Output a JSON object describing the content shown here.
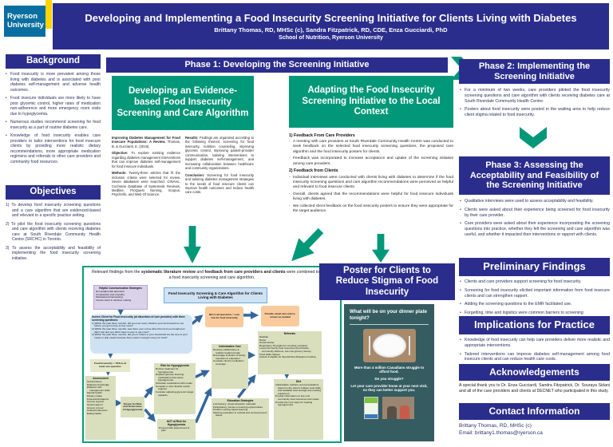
{
  "header": {
    "logo_line1": "Ryerson",
    "logo_line2": "University",
    "title": "Developing and Implementing a Food Insecurity Screening Initiative for Clients Living with Diabetes",
    "authors": "Brittany Thomas, RD, MHSc (c), Sandra Fitzpatrick, RD, CDE, Enza Gucciardi, PhD",
    "affiliation": "School of Nutrition, Ryerson University"
  },
  "colors": {
    "navy": "#2b2d8c",
    "green": "#009878",
    "logo_blue": "#0a6fa0",
    "accent_yellow": "#ffd400",
    "flow_arrow_blue": "#33669c",
    "poster_teal": "#355c60"
  },
  "left": {
    "background": {
      "title": "Background",
      "bullets": [
        "Food insecurity is more prevalent among those living with diabetes and is associated with poor diabetes self-management and adverse health outcomes.",
        "Food insecure individuals are more likely to have poor glycemic control, higher rates of medication non-adherence and more emergency room visits due to hypoglycemia.",
        "Numerous studies recommend screening for food insecurity as a part of routine diabetes care.",
        "Knowledge of food insecurity enables care providers to tailor interventions for food insecure clients by providing more realistic dietary recommendations, more appropriate medication regimens and referrals to other care providers and community food resources."
      ]
    },
    "objectives": {
      "title": "Objectives",
      "items": [
        "1) To develop food insecurity screening questions and a care algorithm that are evidenced-based and relevant to a specific practice setting.",
        "2) To pilot the food insecurity screening questions and care algorithm with clients receiving diabetes care at South Riverdale Community Health Centre (SRCHC) in Toronto.",
        "3) To assess the acceptability and feasibility of implementing the food insecurity screening initiative."
      ]
    }
  },
  "phase1": {
    "title": "Phase 1: Developing the Screening Initiative",
    "box1": {
      "title": "Developing an Evidence-based Food Insecurity Screening and Care Algorithm",
      "col1": [
        {
          "label": "Improving Diabetes Management for Food Insecure Populations: A Review.",
          "text": "Thomas, B. & Gucciardi, E. (2016)."
        },
        {
          "label": "Objective:",
          "text": "To explore existing evidence regarding diabetes management interventions that can improve diabetes self-management for food insecure individuals."
        },
        {
          "label": "Methods:",
          "text": "Twenty-three articles that fit the inclusion criteria were selected for review. Seven databases were searched: CINAHL, Cochrane Database of Systematic Reviews, Medline, ProQuest Nursing, Scopus, PsychInfo, and Web Of Science."
        }
      ],
      "col2": [
        {
          "label": "Results:",
          "text": "Findings are organized according to the following themes: screening for food insecurity, nutrition counseling, improving glycemic control, improving patient-provider communication, tailoring interventions to support diabetes self-management, and increasing collaboration between healthcare and community organizations."
        },
        {
          "label": "Conclusion:",
          "text": "Screening for food insecurity and tailoring diabetes management strategies to the needs of food insecure clients can improve health outcomes and reduce health care costs."
        }
      ]
    },
    "box2": {
      "title": "Adapting the Food Insecurity Screening Initiative to the Local Context",
      "providers": {
        "heading": "1) Feedback From Care Providers",
        "bullets": [
          "A meeting with care providers at South Riverdale Community Health Centre was conducted to seek feedback on the selected food insecurity screening questions, the proposed care algorithm and the food insecurity posters for clients.",
          "Feedback was incorporated to increase acceptance and uptake of the screening initiative among care providers."
        ]
      },
      "clients": {
        "heading": "2) Feedback from Clients",
        "bullets": [
          "Individual interviews were conducted with clients living with diabetes to determine if the food insecurity screening questions and care algorithm recommendations were perceived as helpful and relevant to food insecure clients.",
          "Overall, clients agreed that the recommendations were helpful for food insecure individuals living with diabetes.",
          "We collected client feedback on the food insecurity posters to ensure they were appropriate for the target audience."
        ]
      }
    }
  },
  "flowchart": {
    "caption_pre": "Relevant findings from the ",
    "caption_bold1": "systematic literature review",
    "caption_mid": " and ",
    "caption_bold2": "feedback from care providers and clients",
    "caption_post": " were combined to create a food insecurity screening and care algorithm.",
    "title": "Food Insecurity Screening & Care Algorithm for Clients Living with Diabetes",
    "communication": {
      "title": "Helpful Communication Strategies",
      "items": [
        "Non-judgmental approach",
        "Compassion and empathy",
        "Motivational interviewing",
        "Involve client in decision making"
      ]
    },
    "screen": {
      "title": "Screen Client for Food Insecurity (at discretion of care provider) with three screening questions:",
      "items": [
        "1) Within the past three months, did you ever worry whether your food would run out before you got money to buy more?",
        "2) Within the past three months, was there ever a time when the food you bought just didn't last and you didn't have money to get more?",
        "3) Within the past three months, did you or others in your household cut the size of your meals or skip meals because there wasn't enough money for food?"
      ]
    },
    "no_path": {
      "text": "NO to all questions = Low risk for food insecurity"
    },
    "usual_care": {
      "text": "Provide usual care and re-screen as needed"
    },
    "yes_path": {
      "text": "Food Insecurity = YES to at least one question"
    },
    "assessment": {
      "title": "Assessment",
      "items": [
        "Social history",
        "Diabetes knowledge",
        "Diabetes self-management skills",
        "Mental health",
        "Dietary intake",
        "Financial limitations",
        "Income support",
        "Social support",
        "Access to food",
        "Cultural influences",
        "Eating habits"
      ]
    },
    "screen_hypo": {
      "text": "Screen for Risk and Occurrence of Hypoglycemia"
    },
    "risk_hypo": {
      "title": "Risk for Hypoglycemia",
      "items": [
        "Review treatment for hypoglycemia",
        "Replace glucose lowering medications that cause hypoglycemia",
        "Schedule medications with meals",
        "Consider a more flexible insulin regimen",
        "Consider adjusting glycemic target upwards"
      ]
    },
    "not_risk": {
      "title": "NOT at Risk for Hypoglycemia",
      "items": [
        "Proceed with assessment & plan"
      ]
    },
    "individualize": {
      "title": "Individualize Care",
      "items": [
        "Develop collaborative & realistic treatment plan",
        "Encourage inclusion of family members in education",
        "Consider client's medication coverage"
      ]
    },
    "referrals": {
      "title": "Referrals",
      "items": [
        "Dietitian",
        "Nurse",
        "Social worker",
        "Respiratory Therapist for smoking cessation",
        "Local community food resources (food banks, community kitchens, low cost grocery stores)",
        "Food skills classes",
        "Assess if eligible for Special Diet Allowance funding"
      ]
    },
    "education": {
      "title": "Education Strategies",
      "items": [
        "Low literacy, visual education materials",
        "Participatory, hands-on learning opportunities",
        "Problem solving based learning",
        "Tailoring education to cultural and socioeconomic status"
      ]
    },
    "diet": {
      "title": "Diet",
      "items": [
        "Individualize nutrition recommendations based on the client's budget, food skills, and available food storage and cooking equipment",
        "Provide information on low cost community food resources and meals",
        "Provide the next steps for treating hypoglycemia"
      ]
    }
  },
  "poster_box": {
    "title": "Poster for Clients to Reduce Stigma of Food Insecurity",
    "poster": {
      "headline": "What will be on your dinner plate tonight?",
      "line1": "More than 4 million Canadians struggle to afford food.",
      "line2": "Do you struggle?",
      "line3": "Let your care provider know at your next visit, so they can better support you."
    }
  },
  "phase2": {
    "title": "Phase 2: Implementing the Screening Initiative",
    "bullets": [
      "For a minimum of two weeks, care providers piloted the food insecurity screening questions and care algorithm with clients receiving diabetes care at South Riverdale Community Health Centre.",
      "Posters about food insecurity were posted in the waiting area to help reduce client stigma related to food insecurity."
    ]
  },
  "phase3": {
    "title": "Phase 3: Assessing the Acceptability and Feasibility of the Screening Initiative",
    "bullets": [
      "Qualitative interviews were used to assess acceptability and feasibility.",
      "Clients were asked about their experience being screened for food insecurity by their care provider.",
      "Care providers were asked about their experience incorporating the screening questions into practice, whether they felt the screening and care algorithm was useful, and whether it impacted their interventions or rapport with clients."
    ]
  },
  "findings": {
    "title": "Preliminary Findings",
    "bullets": [
      "Clients and care providers support screening for food insecurity.",
      "Screening for food insecurity elicited important information from food insecure clients and can strengthen rapport.",
      "Adding the screening questions to the EMR facilitated use.",
      "Forgetting, time and logistics were common barriers to screening"
    ]
  },
  "implications": {
    "title": "Implications for Practice",
    "bullets": [
      "Knowledge of food insecurity can help care providers deliver more realistic and appropriate interventions.",
      "Tailored interventions can improve diabetes self-management among food insecure clients and can reduce health care costs."
    ]
  },
  "acknowledgements": {
    "title": "Acknowledgements",
    "text": "A special thank you to Dr. Enza Gucciardi, Sandra Fitzpatrick, Dr. Souraya Sidani and all of the care providers and clients at DECNET who participated in this study."
  },
  "contact": {
    "title": "Contact Information",
    "name": "Brittany Thomas, RD, MHSc (c)",
    "email": "Email: brittany1.thomas@ryerson.ca"
  }
}
